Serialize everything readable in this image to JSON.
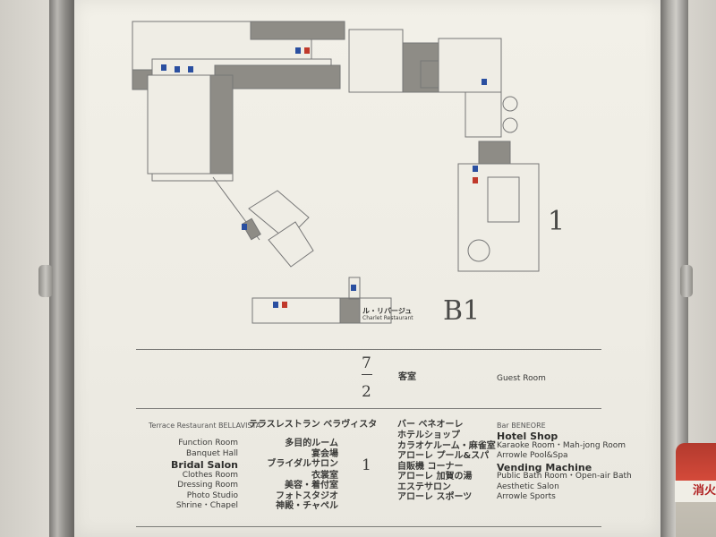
{
  "map": {
    "floor_b1": "B1",
    "floor_1": "1",
    "restaurant_b1": "ル・リバージュ",
    "restaurant_b1_en": "Charlet Restaurant"
  },
  "guest_row": {
    "floor_top": "7",
    "floor_bottom": "2",
    "jp": "客室",
    "en": "Guest Room"
  },
  "floor1": {
    "number": "1",
    "left_en_header": "Terrace Restaurant  BELLAVISTA",
    "left_jp_header": "テラスレストラン ベラヴィスタ",
    "left_items": [
      {
        "en": "Function Room",
        "jp": "多目的ルーム",
        "strong": false
      },
      {
        "en": "Banquet Hall",
        "jp": "宴会場",
        "strong": false
      },
      {
        "en": "Bridal  Salon",
        "jp": "ブライダルサロン",
        "strong": true
      },
      {
        "en": "Clothes Room",
        "jp": "衣裳室",
        "strong": false
      },
      {
        "en": "Dressing Room",
        "jp": "美容・着付室",
        "strong": false
      },
      {
        "en": "Photo Studio",
        "jp": "フォトスタジオ",
        "strong": false
      },
      {
        "en": "Shrine・Chapel",
        "jp": "神殿・チャペル",
        "strong": false
      }
    ],
    "right_jp_header": "バー ベネオーレ",
    "right_en_header": "Bar  BENEORE",
    "right_items": [
      {
        "jp": "ホテルショップ",
        "en": "Hotel  Shop",
        "strong": true
      },
      {
        "jp": "カラオケルーム・麻雀室",
        "en": "Karaoke Room・Mah-jong Room",
        "strong": false
      },
      {
        "jp": "アローレ プール&スパ",
        "en": "Arrowle Pool&Spa",
        "strong": false
      },
      {
        "jp": "自販機 コーナー",
        "en": "Vending Machine",
        "strong": true
      },
      {
        "jp": "アローレ 加賀の湯",
        "en": "Public Bath Room・Open-air Bath",
        "strong": false
      },
      {
        "jp": "エステサロン",
        "en": "Aesthetic Salon",
        "strong": false
      },
      {
        "jp": "アローレ スポーツ",
        "en": "Arrowle Sports",
        "strong": false
      }
    ]
  },
  "extinguisher_label": "消火"
}
